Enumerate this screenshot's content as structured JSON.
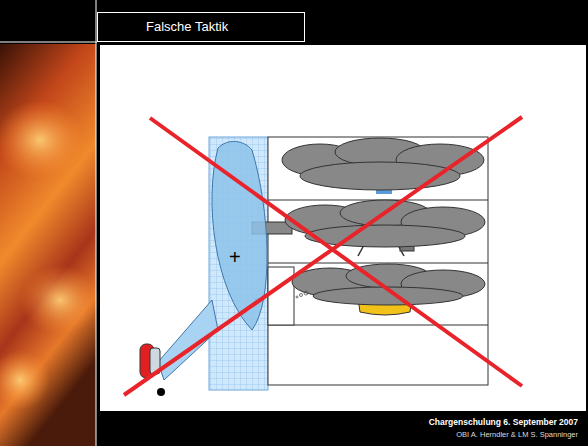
{
  "diagram": {
    "title": "Falsche Taktik",
    "labels": [
      "+",
      "Chargenschulung 6. September 2007",
      "OBI A. Herndler & LM S. Spanninger"
    ]
  }
}
